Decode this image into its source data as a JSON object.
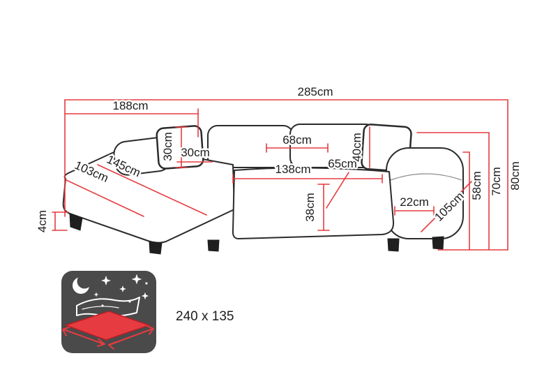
{
  "diagram": {
    "type": "corner-sofa-dimension-diagram",
    "dimension_labels": {
      "total_width": "285cm",
      "left_section_width": "188cm",
      "total_height": "80cm",
      "backrest_height": "70cm",
      "armrest_height": "58cm",
      "leg_height": "4cm",
      "chaise_depth": "103cm",
      "chaise_length": "145cm",
      "cushion_height": "30cm",
      "cushion_width": "30cm",
      "back_cushion_width": "68cm",
      "seat_width": "138cm",
      "seat_depth": "65cm",
      "back_cushion_height": "40cm",
      "seat_height": "38cm",
      "armrest_width": "22cm",
      "sofa_depth": "105cm"
    },
    "sleeping_area": {
      "size": "240 x 135"
    },
    "colors": {
      "dimension_line": "#e63b40",
      "sofa_outline": "#2b2b2b",
      "sleeping_icon_background": "#4a4a4a",
      "mattress": "#e63b40"
    }
  }
}
